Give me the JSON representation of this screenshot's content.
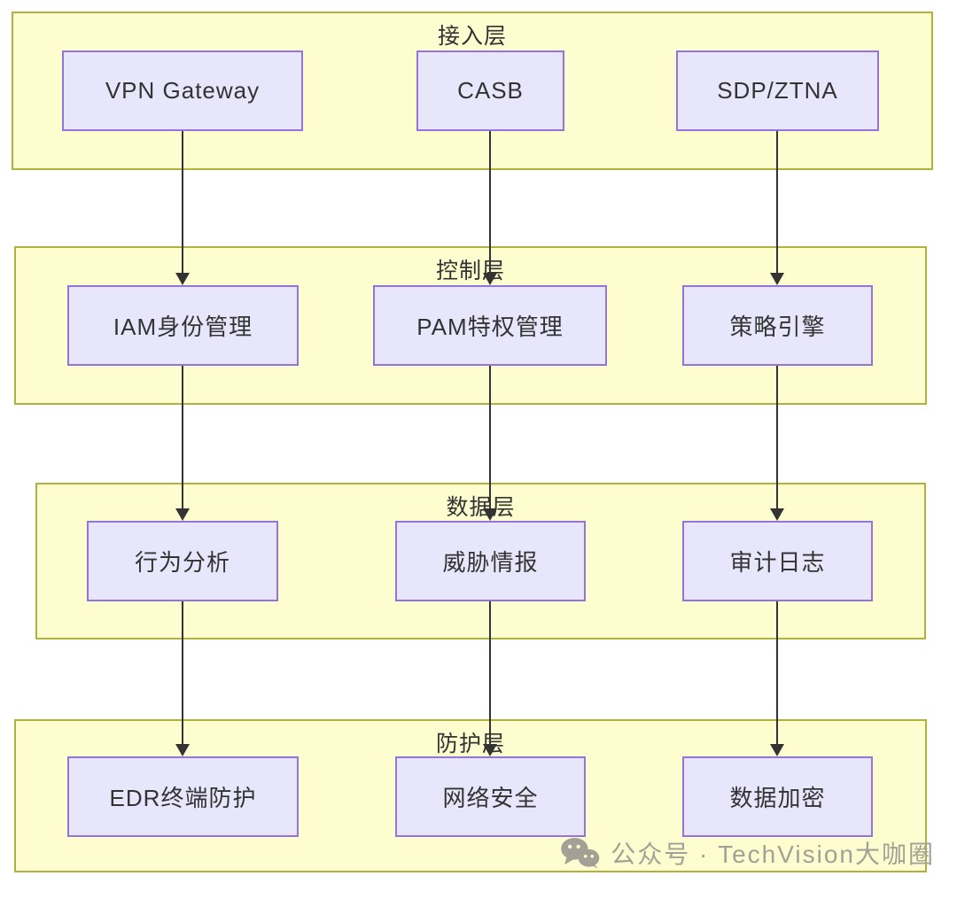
{
  "colors": {
    "layer_fill": "#fdfdd0",
    "layer_border": "#b1b13f",
    "node_fill": "#e7e6fb",
    "node_border": "#9673db",
    "arrow": "#333333",
    "text": "#333333",
    "watermark": "#a5a096"
  },
  "layers": [
    {
      "title": "接入层",
      "nodes": [
        "VPN Gateway",
        "CASB",
        "SDP/ZTNA"
      ]
    },
    {
      "title": "控制层",
      "nodes": [
        "IAM身份管理",
        "PAM特权管理",
        "策略引擎"
      ]
    },
    {
      "title": "数据层",
      "nodes": [
        "行为分析",
        "威胁情报",
        "审计日志"
      ]
    },
    {
      "title": "防护层",
      "nodes": [
        "EDR终端防护",
        "网络安全",
        "数据加密"
      ]
    }
  ],
  "watermark": {
    "icon": "wechat-icon",
    "text": "公众号 · TechVision大咖圈"
  }
}
